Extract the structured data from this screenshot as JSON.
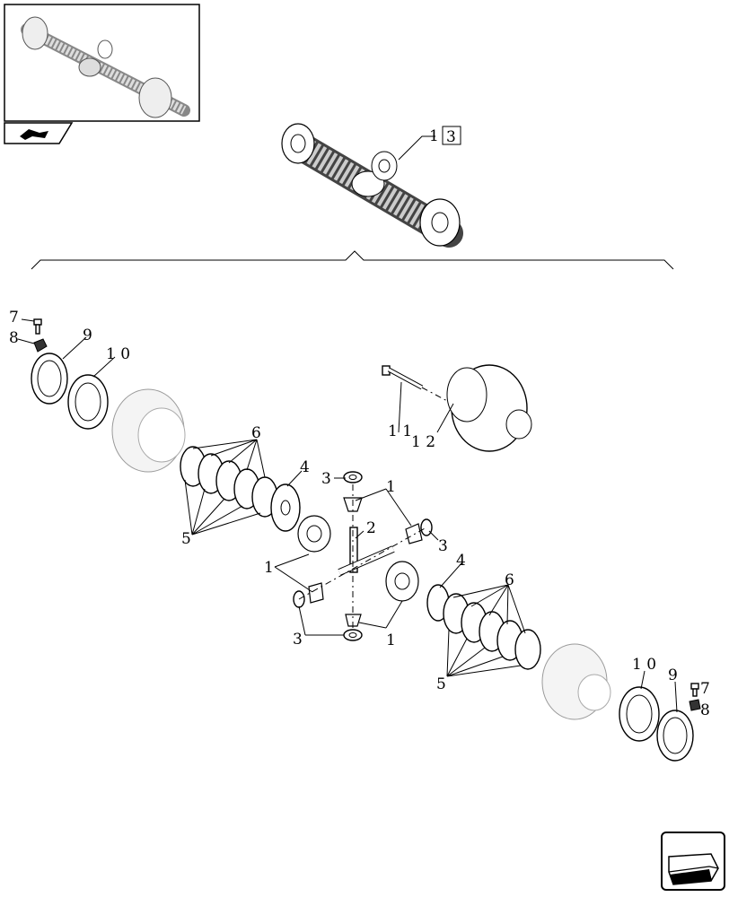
{
  "callouts": {
    "ref_main_assembly": "3",
    "c7_left": "7",
    "c8_left": "8",
    "c9_left": "9",
    "c10_left": "1 0",
    "c11": "1 1",
    "c12": "1 2",
    "c6_left": "6",
    "c4_left": "4",
    "c5_left": "5",
    "c3_top": "3",
    "c1_top": "1",
    "c2": "2",
    "c3_right": "3",
    "c1_left": "1",
    "c3_bottom": "3",
    "c1_bottom": "1",
    "c4_right": "4",
    "c6_right": "6",
    "c5_right": "5",
    "c10_right": "1 0",
    "c9_right": "9",
    "c7_right": "7",
    "c8_right": "8"
  },
  "icons": {
    "thumbnail": "axle-overview-icon",
    "view_badge": "bookmark-arrow-icon",
    "navigation": "next-page-arrow-icon"
  }
}
